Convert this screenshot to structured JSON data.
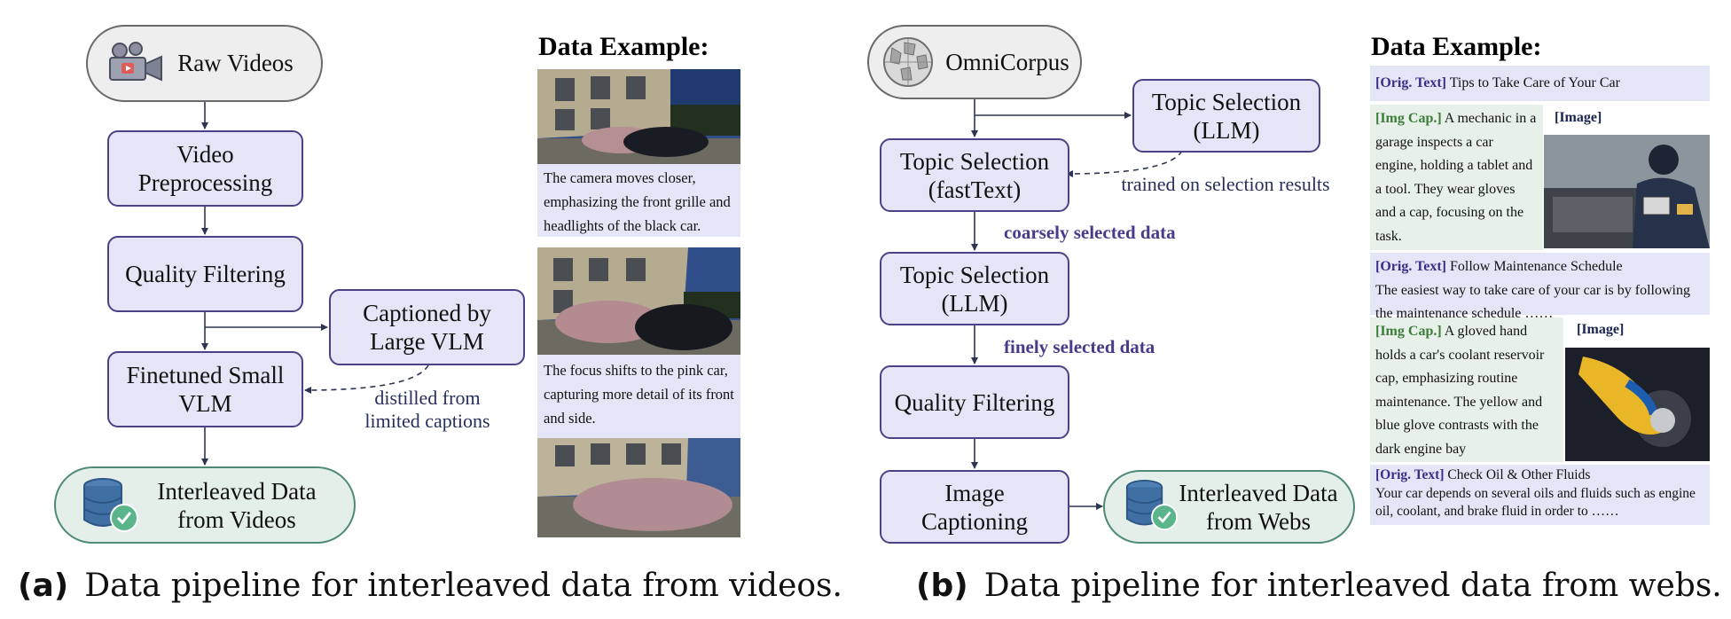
{
  "panel_a": {
    "caption_label": "(a)",
    "caption_text": "Data pipeline for interleaved data from videos.",
    "source": "Raw Videos",
    "video_preprocessing": "Video\nPreprocessing",
    "quality_filtering": "Quality Filtering",
    "captioned_large_vlm": "Captioned by\nLarge VLM",
    "finetuned_small_vlm": "Finetuned Small\nVLM",
    "distilled_note": "distilled from\nlimited captions",
    "output": "Interleaved Data\nfrom Videos",
    "example_title": "Data Example:",
    "example_captions": [
      "The camera moves closer, emphasizing the front grille and headlights of the black car.",
      "The focus shifts to the pink car, capturing more detail of its front and side."
    ]
  },
  "panel_b": {
    "caption_label": "(b)",
    "caption_text": "Data pipeline for interleaved data from webs.",
    "source": "OmniCorpus",
    "topic_fasttext": "Topic Selection\n(fastText)",
    "topic_llm_right": "Topic Selection\n(LLM)",
    "trained_note": "trained on selection results",
    "coarse_label": "coarsely selected data",
    "topic_llm_mid": "Topic Selection\n(LLM)",
    "fine_label": "finely selected data",
    "quality_filtering": "Quality Filtering",
    "image_captioning": "Image\nCaptioning",
    "output": "Interleaved Data\nfrom Webs",
    "example_title": "Data Example:",
    "orig_tag": "[Orig. Text]",
    "img_cap_tag": "[Img Cap.]",
    "image_tag": "[Image]",
    "orig1": "Tips to Take Care of Your Car",
    "imgcap1": "A mechanic in a garage inspects a car engine, holding a tablet and a tool. They wear gloves and a cap, focusing on the task.",
    "orig2_title": "Follow Maintenance Schedule",
    "orig2_body": "The easiest way to take care of your car is by following the maintenance schedule ……",
    "imgcap2": "A gloved hand holds a car's coolant reservoir cap, emphasizing routine maintenance. The yellow and blue glove contrasts with the dark engine bay",
    "orig3_title": "Check Oil & Other Fluids",
    "orig3_body": "Your car depends on several oils and fluids such as engine oil, coolant, and brake fluid in order to ……"
  },
  "icons": [
    "camera-icon",
    "wikipedia-globe-icon",
    "database-check-icon"
  ],
  "colors": {
    "process_fill": "#e5e5f7",
    "process_border": "#4a4186",
    "output_fill": "#e4efe9",
    "output_border": "#4e8a77",
    "label_purple": "#4b3a8a"
  }
}
